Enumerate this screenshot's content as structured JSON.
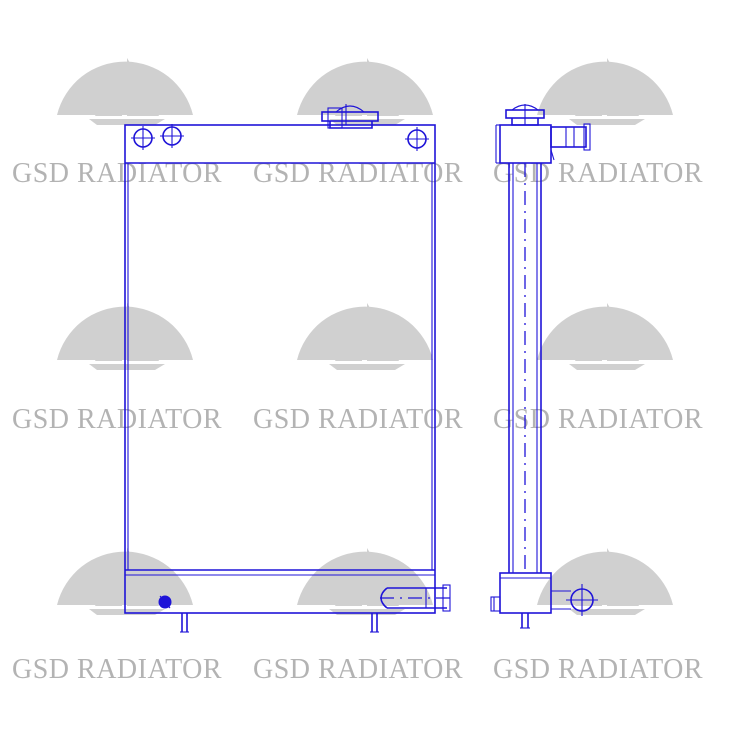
{
  "watermark": {
    "text": "GSD RADIATOR",
    "logo_icon": "sailboat-icon",
    "color": "#b3b3b3"
  },
  "drawing": {
    "line_color": "#1f14d8",
    "views": [
      "front-view",
      "side-view"
    ]
  }
}
